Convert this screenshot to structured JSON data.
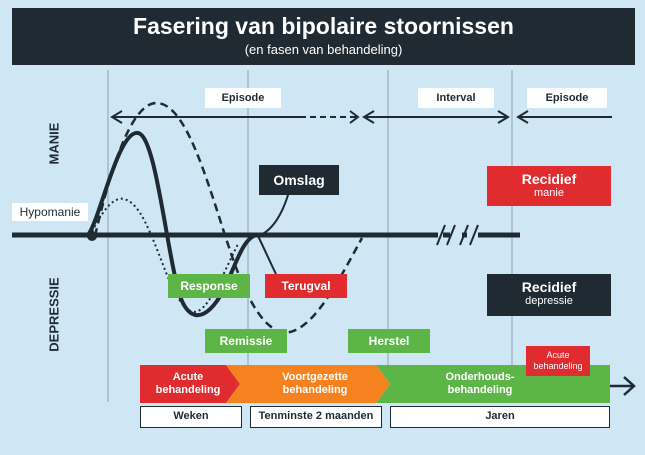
{
  "header": {
    "title": "Fasering van bipolaire stoornissen",
    "subtitle": "(en fasen van behandeling)"
  },
  "phases": {
    "episode1": "Episode",
    "interval": "Interval",
    "episode2": "Episode"
  },
  "axis": {
    "top": "MANIE",
    "bottom": "DEPRESSIE",
    "hypomania": "Hypomanie"
  },
  "labels": {
    "omslag": "Omslag",
    "response": "Response",
    "terugval": "Terugval",
    "remissie": "Remissie",
    "herstel": "Herstel",
    "recidief_manie_title": "Recidief",
    "recidief_manie_sub": "manie",
    "recidief_depressie_title": "Recidief",
    "recidief_depressie_sub": "depressie",
    "recidief_acute": "Acute behandeling"
  },
  "treatment": {
    "acute": "Acute behandeling",
    "voortgezette": "Voortgezette behandeling",
    "onderhouds": "Onderhouds- behandeling"
  },
  "durations": {
    "weken": "Weken",
    "minimum": "Tenminste 2 maanden",
    "jaren": "Jaren"
  },
  "colors": {
    "background": "#cfe7f5",
    "dark": "#1f2a33",
    "red": "#e02b2f",
    "orange": "#f5821f",
    "green": "#5db548"
  }
}
